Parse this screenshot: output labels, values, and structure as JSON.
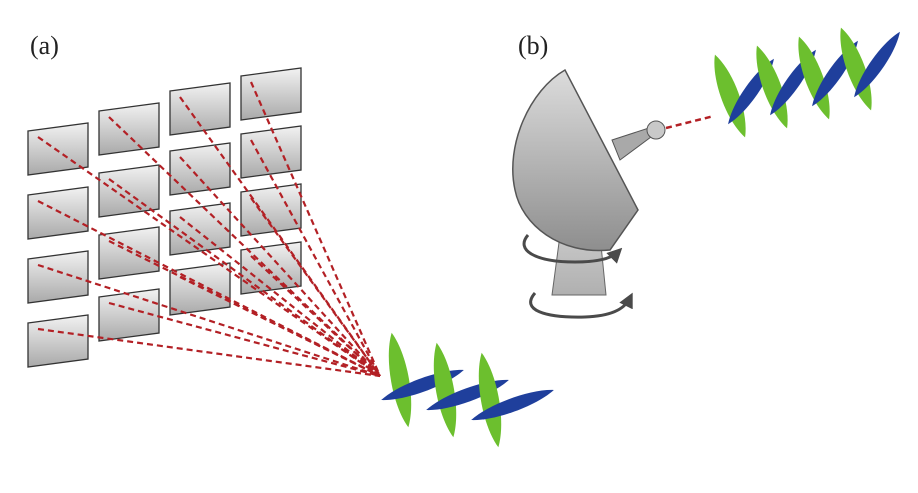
{
  "panels": [
    {
      "id": "a",
      "label": "(a)"
    },
    {
      "id": "b",
      "label": "(b)"
    }
  ],
  "colors": {
    "panel_fill_light": "#f2f2f2",
    "panel_fill_dark": "#a9a9a9",
    "panel_stroke": "#333333",
    "beam": "#b32025",
    "wave_green": "#6cbf2e",
    "wave_blue": "#1f3f9c",
    "dish_light": "#d8d8d8",
    "dish_dark": "#8e8e8e",
    "rotation_arrow": "#4a4a4a"
  },
  "icons": {
    "antenna_array": "panel-grid-icon",
    "dish": "satellite-dish-icon",
    "wave": "polarized-wave-icon",
    "rotation": "rotation-arrow-icon"
  }
}
